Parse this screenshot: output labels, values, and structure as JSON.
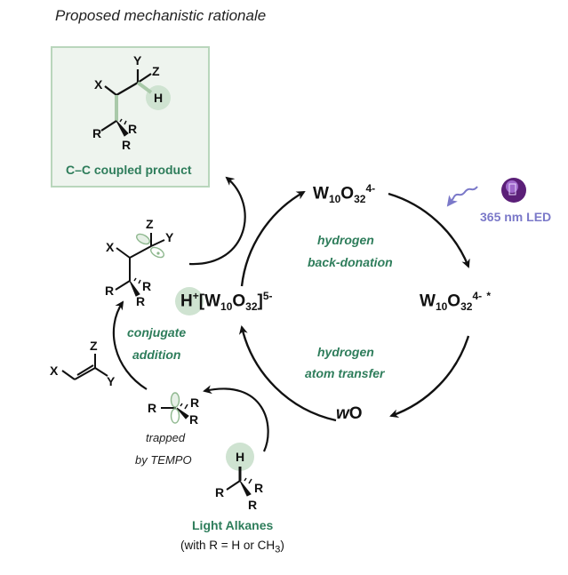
{
  "title": "Proposed mechanistic rationale",
  "product": {
    "label": "C–C coupled product",
    "atoms": {
      "X": "X",
      "Y": "Y",
      "Z": "Z",
      "H": "H",
      "R1": "R",
      "R2": "R",
      "R3": "R"
    }
  },
  "cycle": {
    "top_species": {
      "base": "W",
      "sub1": "10",
      "mid": "O",
      "sub2": "32",
      "sup": "4-"
    },
    "right_species": {
      "base": "W",
      "sub1": "10",
      "mid": "O",
      "sub2": "32",
      "sup": "4-",
      "star": "*"
    },
    "bottom_species": {
      "italic": "w",
      "rest": "O"
    },
    "left_species": {
      "h": "H",
      "hsup": "+",
      "open": "[W",
      "sub1": "10",
      "mid": "O",
      "sub2": "32",
      "close": "]",
      "sup": "5-"
    },
    "step_upper": [
      "hydrogen",
      "back-donation"
    ],
    "step_lower": [
      "hydrogen",
      "atom transfer"
    ]
  },
  "light": {
    "label": "365 nm LED",
    "color": "#7b79c9"
  },
  "radical_adduct": {
    "atoms": {
      "X": "X",
      "Y": "Y",
      "Z": "Z",
      "R1": "R",
      "R2": "R",
      "R3": "R"
    }
  },
  "alkene": {
    "atoms": {
      "X": "X",
      "Y": "Y",
      "Z": "Z"
    }
  },
  "conjugate_addition": [
    "conjugate",
    "addition"
  ],
  "alkyl_radical": {
    "atoms": {
      "R1": "R",
      "R2": "R",
      "R3": "R"
    },
    "note": [
      "trapped",
      "by TEMPO"
    ]
  },
  "alkane": {
    "atoms": {
      "H": "H",
      "R1": "R",
      "R2": "R",
      "R3": "R"
    },
    "label": "Light Alkanes",
    "note_prefix": "(with R = H or CH",
    "note_sub": "3",
    "note_suffix": ")"
  },
  "colors": {
    "green_text": "#2e7d5b",
    "highlight": "#cfe3d1",
    "box_fill": "#eef4ee",
    "box_border": "#b9d6bc",
    "arrow": "#111111"
  }
}
